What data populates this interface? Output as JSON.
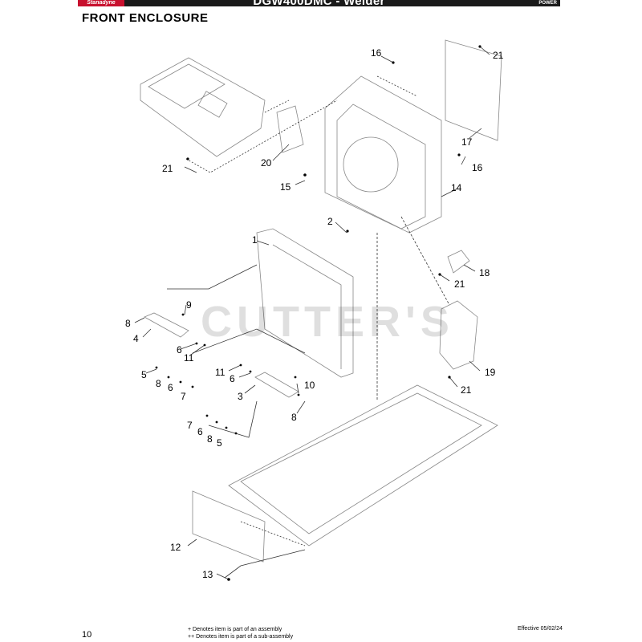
{
  "header": {
    "brand": "Stanadyne",
    "title": "DGW400DMC - Welder",
    "logo_text": "POWER"
  },
  "section_title": "FRONT ENCLOSURE",
  "watermark": "CUTTER'S",
  "callouts": [
    "1",
    "2",
    "3",
    "4",
    "5",
    "6",
    "7",
    "8",
    "9",
    "10",
    "11",
    "12",
    "13",
    "14",
    "15",
    "16",
    "17",
    "18",
    "19",
    "20",
    "21"
  ],
  "footer": {
    "page_number": "10",
    "note1": "+ Denotes item is part of an assembly",
    "note2": "++ Denotes item is part of a sub-assembly",
    "effective": "Effective 05/02/24"
  },
  "colors": {
    "header_bar": "#1a1a1a",
    "brand_red": "#c8102e",
    "line": "#333333",
    "part": "#888888"
  }
}
